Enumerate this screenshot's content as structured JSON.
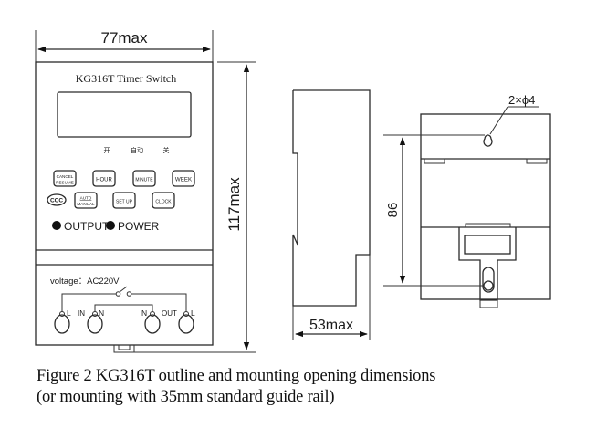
{
  "figure": {
    "caption_line1": "Figure 2 KG316T outline and mounting opening dimensions",
    "caption_line2": " (or mounting with 35mm standard guide rail)"
  },
  "front_view": {
    "width_dim": "77max",
    "height_dim": "117max",
    "device_title": "KG316T Timer Switch",
    "display_labels": [
      "开",
      "自动",
      "关"
    ],
    "buttons_row1": [
      {
        "label_top": "CANCEL",
        "label_bottom": "RESUME"
      },
      {
        "label": "HOUR"
      },
      {
        "label": "MINUTE"
      },
      {
        "label": "WEEK"
      }
    ],
    "buttons_row2": [
      {
        "label_top": "AUTO",
        "label_bottom": "MANUAL"
      },
      {
        "label": "SET UP"
      },
      {
        "label": "CLOCK"
      }
    ],
    "certification_mark": "CCC",
    "indicators": [
      "OUTPUT",
      "POWER"
    ],
    "voltage_label": "voltage：AC220V",
    "terminals": {
      "in_label": "IN",
      "out_label": "OUT",
      "t1": "L",
      "t2": "N",
      "t3": "N",
      "t4": "L"
    }
  },
  "side_view": {
    "depth_dim": "53max"
  },
  "back_view": {
    "hole_spacing_dim": "86",
    "hole_callout": "2×ϕ4"
  }
}
